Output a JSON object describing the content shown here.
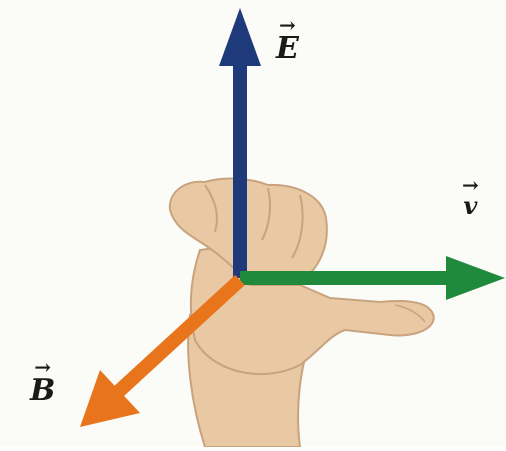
{
  "vectors": {
    "e": {
      "symbol": "E",
      "arrow": "→",
      "color": "#1f3a7a"
    },
    "v": {
      "symbol": "v",
      "arrow": "→",
      "color": "#1f8a3c"
    },
    "b": {
      "symbol": "B",
      "arrow": "→",
      "color": "#e8741c"
    }
  },
  "colors": {
    "background": "#fbfbf7",
    "hand": "#e8c9a4",
    "hand_shadow": "#c9a27e"
  }
}
